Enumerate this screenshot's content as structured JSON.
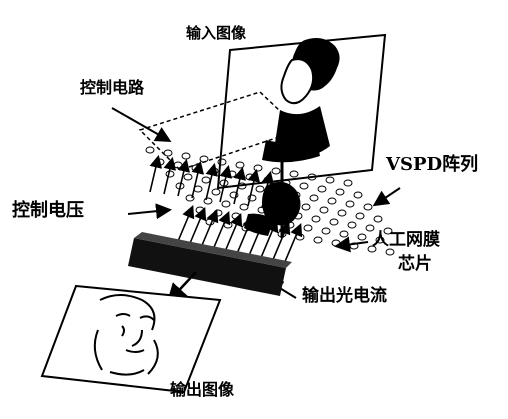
{
  "labels": {
    "input_image": "输入图像",
    "control_circuit": "控制电路",
    "vspd_array": "VSPD阵列",
    "control_voltage": "控制电压",
    "artificial_retina_chip_line1": "人工网膜",
    "artificial_retina_chip_line2": "芯片",
    "output_photocurrent": "输出光电流",
    "output_image": "输出图像"
  },
  "colors": {
    "ink": "#000000",
    "paper": "#ffffff"
  }
}
